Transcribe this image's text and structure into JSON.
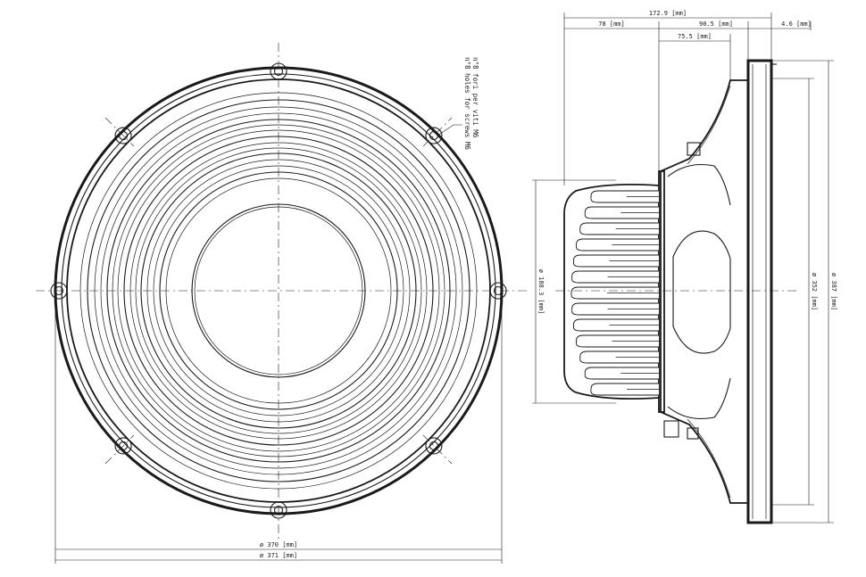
{
  "front_view": {
    "note_lines": [
      "n°8 holes for screws M6",
      "n°8 fori per viti M6"
    ],
    "diameter_inner": "ø 370 [mm]",
    "diameter_outer": "ø 371 [mm]"
  },
  "side_view": {
    "depth_total": "172.9 [mm]",
    "depth_magnet": "78 [mm]",
    "depth_cone": "90.5 [mm]",
    "depth_mount": "75.5 [mm]",
    "flange_thickness": "4.6 [mm]",
    "magnet_diameter": "ø 188.3 [mm]",
    "baffle_diameter": "ø 352 [mm]",
    "frame_diameter": "ø 387 [mm]"
  }
}
